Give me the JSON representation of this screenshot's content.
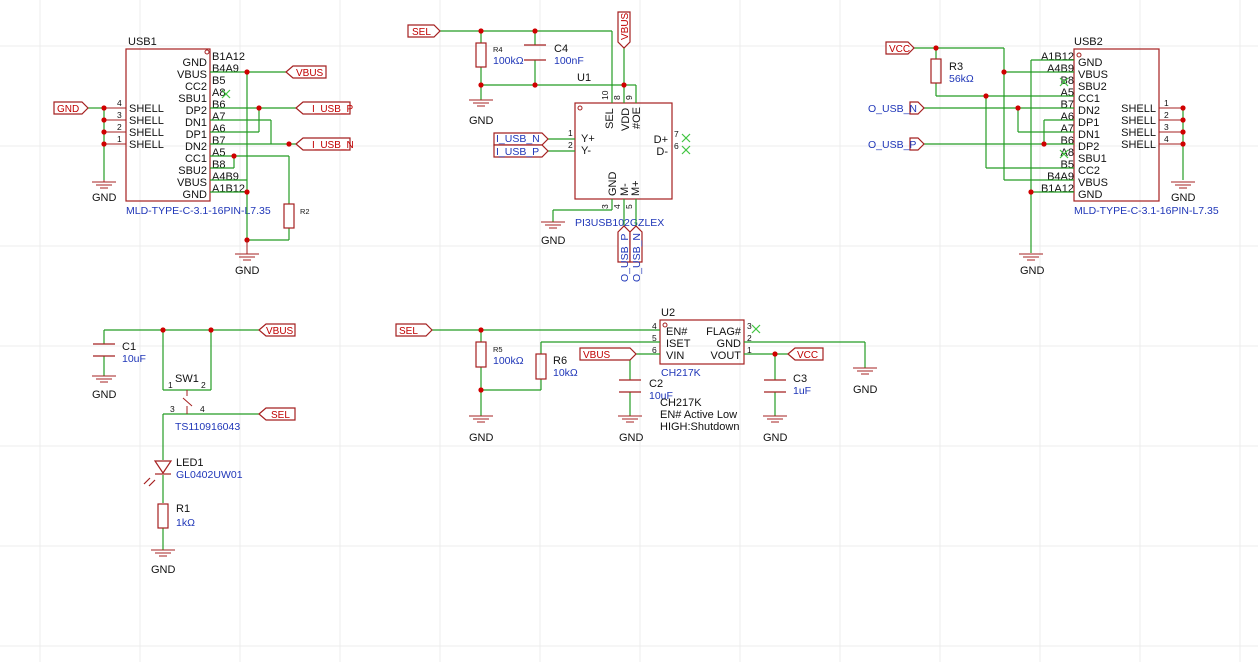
{
  "ground_label": "GND",
  "usb1": {
    "designator": "USB1",
    "part": "MLD-TYPE-C-3.1-16PIN-L7.35",
    "left_pins": [
      "SHELL",
      "SHELL",
      "SHELL",
      "SHELL"
    ],
    "left_pin_numbers": [
      "4",
      "3",
      "2",
      "1"
    ],
    "right_names": [
      "GND",
      "VBUS",
      "CC2",
      "SBU1",
      "DP2",
      "DN1",
      "DP1",
      "DN2",
      "CC1",
      "SBU2",
      "VBUS",
      "GND"
    ],
    "right_pins": [
      "B1A12",
      "B4A9",
      "B5",
      "A8",
      "B6",
      "A7",
      "A6",
      "B7",
      "A5",
      "B8",
      "A4B9",
      "A1B12"
    ]
  },
  "usb2": {
    "designator": "USB2",
    "part": "MLD-TYPE-C-3.1-16PIN-L7.35",
    "left_names": [
      "GND",
      "VBUS",
      "SBU2",
      "CC1",
      "DN2",
      "DP1",
      "DN1",
      "DP2",
      "SBU1",
      "CC2",
      "VBUS",
      "GND"
    ],
    "left_pins": [
      "A1B12",
      "A4B9",
      "B8",
      "A5",
      "B7",
      "A6",
      "A7",
      "B6",
      "A8",
      "B5",
      "B4A9",
      "B1A12"
    ],
    "right_pins": [
      "SHELL",
      "SHELL",
      "SHELL",
      "SHELL"
    ],
    "right_pin_numbers": [
      "1",
      "2",
      "3",
      "4"
    ]
  },
  "u1": {
    "designator": "U1",
    "part": "PI3USB102GZLEX",
    "top_pins": [
      "SEL",
      "VDD",
      "#OE"
    ],
    "top_pin_numbers": [
      "10",
      "8",
      "9"
    ],
    "left_pins": [
      "Y+",
      "Y-"
    ],
    "left_pin_numbers": [
      "1",
      "2"
    ],
    "right_pins": [
      "D+",
      "D-"
    ],
    "right_pin_numbers": [
      "7",
      "6"
    ],
    "bottom_pins": [
      "GND",
      "M-",
      "M+"
    ],
    "bottom_pin_numbers": [
      "3",
      "4",
      "5"
    ]
  },
  "u2": {
    "designator": "U2",
    "part": "CH217K",
    "left_pins": [
      "EN#",
      "ISET",
      "VIN"
    ],
    "left_pin_numbers": [
      "4",
      "5",
      "6"
    ],
    "right_pins": [
      "FLAG#",
      "GND",
      "VOUT"
    ],
    "right_pin_numbers": [
      "3",
      "2",
      "1"
    ]
  },
  "note": [
    "CH217K",
    "EN#  Active Low",
    "HIGH:Shutdown"
  ],
  "r4": {
    "designator": "R4",
    "value": "100kΩ"
  },
  "c4": {
    "designator": "C4",
    "value": "100nF"
  },
  "r3": {
    "designator": "R3",
    "value": "56kΩ"
  },
  "r2": {
    "designator": "R2"
  },
  "c1": {
    "designator": "C1",
    "value": "10uF"
  },
  "sw1": {
    "designator": "SW1",
    "part": "TS110916043",
    "pins": [
      "1",
      "2",
      "3",
      "4"
    ]
  },
  "led1": {
    "designator": "LED1",
    "part": "GL0402UW01"
  },
  "r1": {
    "designator": "R1",
    "value": "1kΩ"
  },
  "r5": {
    "designator": "R5",
    "value": "100kΩ"
  },
  "r6": {
    "designator": "R6",
    "value": "10kΩ"
  },
  "c2": {
    "designator": "C2",
    "value": "10uF"
  },
  "c3": {
    "designator": "C3",
    "value": "1uF"
  },
  "nets": {
    "gnd": "GND",
    "vbus": "VBUS",
    "vcc": "VCC",
    "sel": "SEL",
    "i_usb_p": "I_USB_P",
    "i_usb_n": "I_USB_N",
    "o_usb_p": "O_USB_P",
    "o_usb_n": "O_USB_N"
  },
  "colors": {
    "wire": "#249c24",
    "symbol": "#a52020",
    "junction": "#d00000",
    "part_text": "#1f36b8",
    "no_connect": "#41c441"
  }
}
